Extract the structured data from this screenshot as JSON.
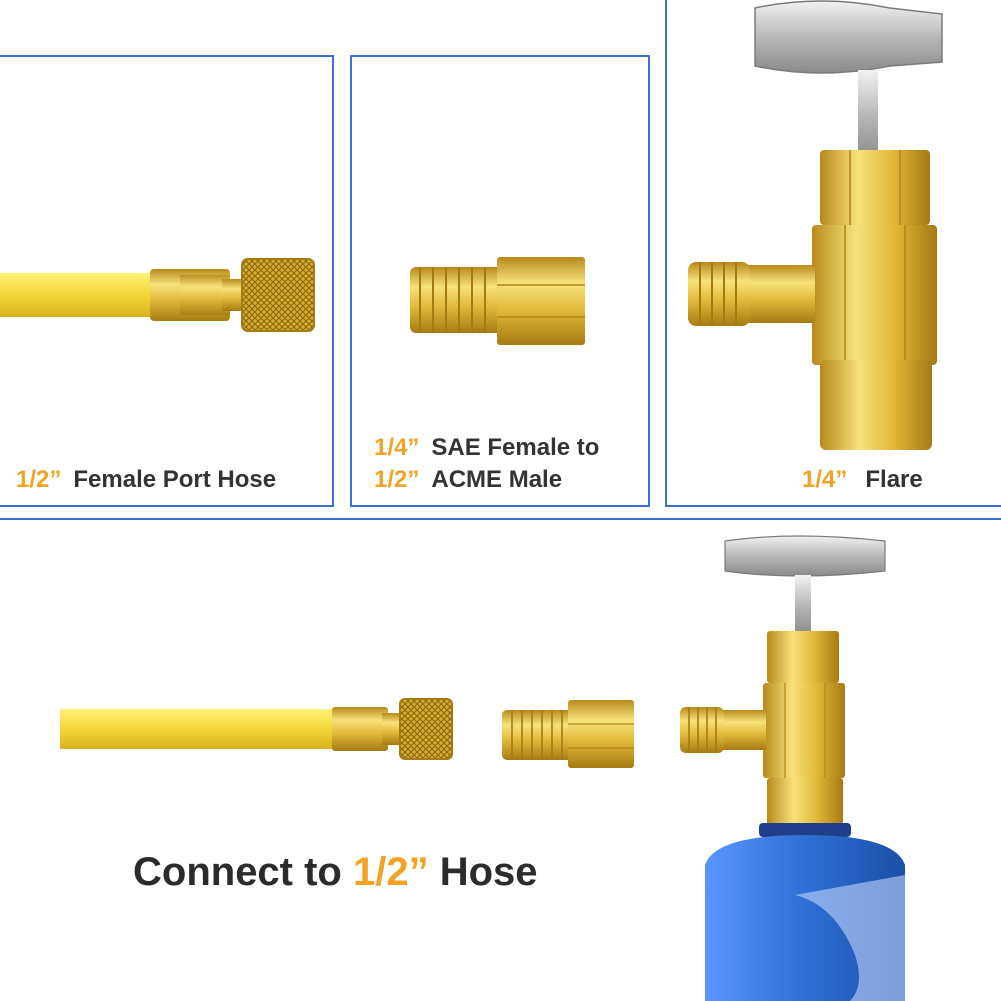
{
  "panels": [
    {
      "size": "1/2”",
      "label": "Female Port Hose"
    },
    {
      "line1_size": "1/4”",
      "line1_label": "SAE Female to",
      "line2_size": "1/2”",
      "line2_label": "ACME Male"
    },
    {
      "size": "1/4”",
      "label": "Flare"
    }
  ],
  "headline": {
    "prefix": "Connect to",
    "size": "1/2”",
    "suffix": "Hose"
  },
  "colors": {
    "border": "#3d6fd0",
    "hose": "#f5dc4a",
    "brass": "#e6c240",
    "accent": "#f2a325",
    "text": "#333333",
    "can": "#2f6fd6"
  }
}
